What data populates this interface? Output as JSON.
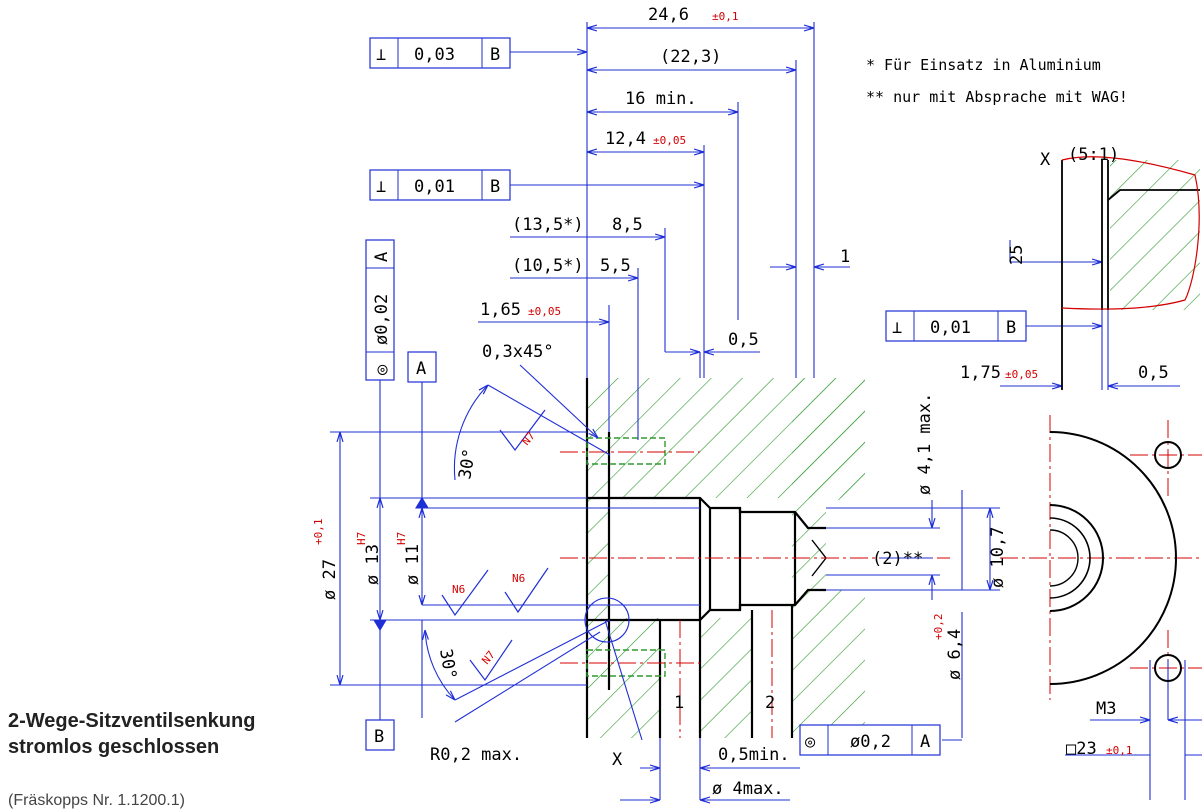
{
  "dimensions": {
    "total_length": "24,6",
    "total_length_tol": "±0,1",
    "ref_length": "(22,3)",
    "min_depth": "16 min.",
    "bore_depth": "12,4",
    "bore_depth_tol": "±0,05",
    "dim_13_5": "(13,5*)",
    "dim_8_5": "8,5",
    "dim_10_5": "(10,5*)",
    "dim_5_5": "5,5",
    "dim_1_65": "1,65",
    "dim_1_65_tol": "±0,05",
    "chamfer": "0,3x45°",
    "dim_1": "1",
    "dim_0_5": "0,5",
    "dim_4_1": "ø 4,1 max.",
    "dim_2": "(2)**",
    "dim_10_7": "ø 10,7",
    "dim_6_4": "ø 6,4",
    "dim_6_4_tol": "+0,2",
    "dim_27": "ø 27",
    "dim_27_tol": "+0,1",
    "dim_13": "ø 13",
    "dim_13_fit": "H7",
    "dim_11": "ø 11",
    "dim_11_fit": "H7",
    "angle_top": "30°",
    "angle_bottom": "30°",
    "radius": "R0,2 max.",
    "min_0_5": "0,5min.",
    "max_4": "ø 4max.",
    "port_1": "1",
    "port_2": "2",
    "section_mark": "X",
    "detail_title": "X",
    "detail_scale": "(5:1)",
    "detail_25": "25",
    "detail_1_75": "1,75",
    "detail_1_75_tol": "±0,05",
    "detail_0_5": "0,5",
    "thread": "M3",
    "square": "□23",
    "square_tol": "±0,1"
  },
  "surface": {
    "n7_a": "N7",
    "n6_a": "N6",
    "n6_b": "N6",
    "n7_b": "N7"
  },
  "tolerance_frames": {
    "perp_003": {
      "symbol": "⊥",
      "value": "0,03",
      "datum": "B"
    },
    "perp_001": {
      "symbol": "⊥",
      "value": "0,01",
      "datum": "B"
    },
    "conc_002_vertical": {
      "symbol": "◎",
      "value": "ø0,02",
      "datum": "A"
    },
    "conc_02": {
      "symbol": "◎",
      "value": "ø0,2",
      "datum": "A"
    },
    "perp_detail": {
      "symbol": "⊥",
      "value": "0,01",
      "datum": "B"
    }
  },
  "datums": {
    "a": "A",
    "b": "B"
  },
  "notes": {
    "note1": "* Für Einsatz in Aluminium",
    "note2": "** nur mit Absprache mit WAG!"
  },
  "caption": {
    "title_line1": "2-Wege-Sitzventilsenkung",
    "title_line2": "stromlos geschlossen",
    "subtitle": "(Fräskopps Nr. 1.1200.1)"
  },
  "colors": {
    "dimension_lines": "#1f2fd6",
    "hatch": "#2e9a2e",
    "tolerance_text": "#d40000",
    "outline": "#000000"
  }
}
